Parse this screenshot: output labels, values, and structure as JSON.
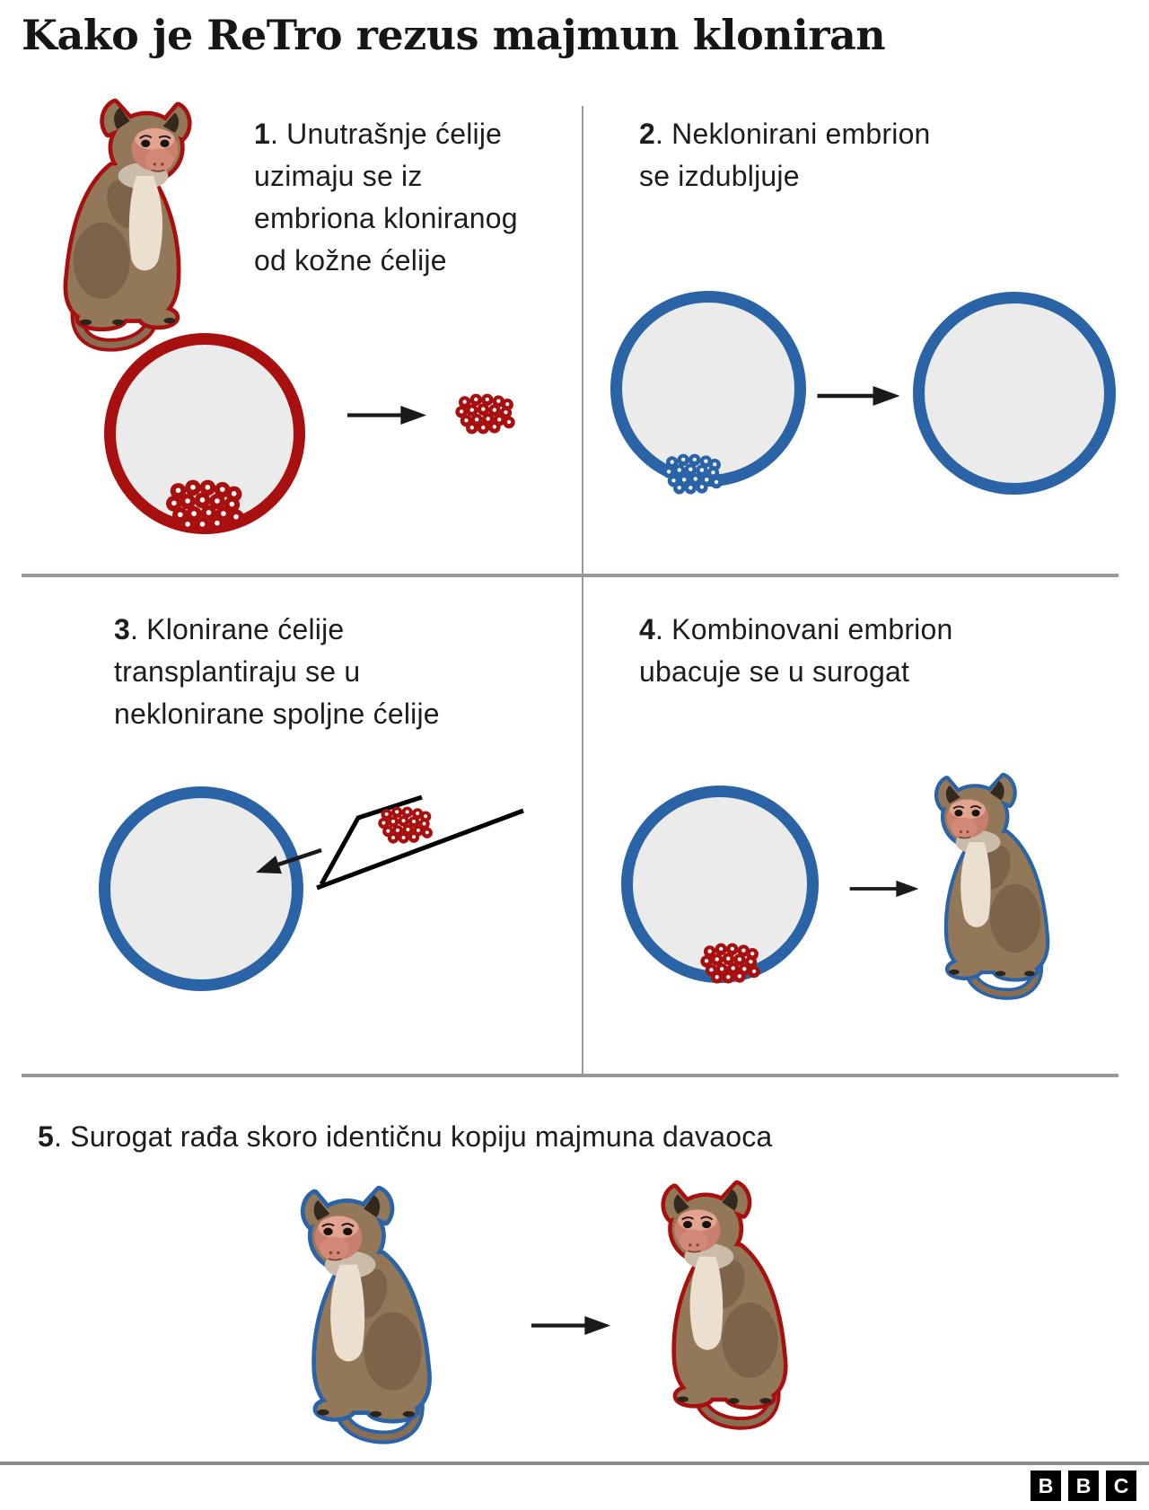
{
  "title": "Kako je ReTro rezus majmun kloniran",
  "steps": [
    {
      "num": "1",
      "rest": ". Unutrašnje ćelije\nuzimaju se iz\nembriona kloniranog\nod kožne ćelije"
    },
    {
      "num": "2",
      "rest": ". Neklonirani embrion\nse izdubljuje"
    },
    {
      "num": "3",
      "rest": ". Klonirane ćelije\ntransplantiraju se u\nneklonirane spoljne ćelije"
    },
    {
      "num": "4",
      "rest": ". Kombinovani embrion\nubacuje se u surogat"
    },
    {
      "num": "5",
      "rest": ". Surogat rađa skoro identičnu kopiju majmuna davaoca"
    }
  ],
  "logo": {
    "letters": [
      "B",
      "B",
      "C"
    ]
  },
  "icons": {
    "arrow": "right-arrow",
    "monkey_donor": "red-outlined-rhesus-monkey",
    "monkey_surrogate": "blue-outlined-rhesus-monkey",
    "embryo": "circle-embryo",
    "cells": "cell-cluster",
    "pipette": "transfer-pipette"
  },
  "colors": {
    "donor_red": "#a8100f",
    "surrogate_blue": "#2b64a6",
    "embryo_fill": "#ebebeb",
    "divider_gray": "#999999",
    "text_dark": "#1d1d1b",
    "arrow_black": "#1a1a1a"
  }
}
